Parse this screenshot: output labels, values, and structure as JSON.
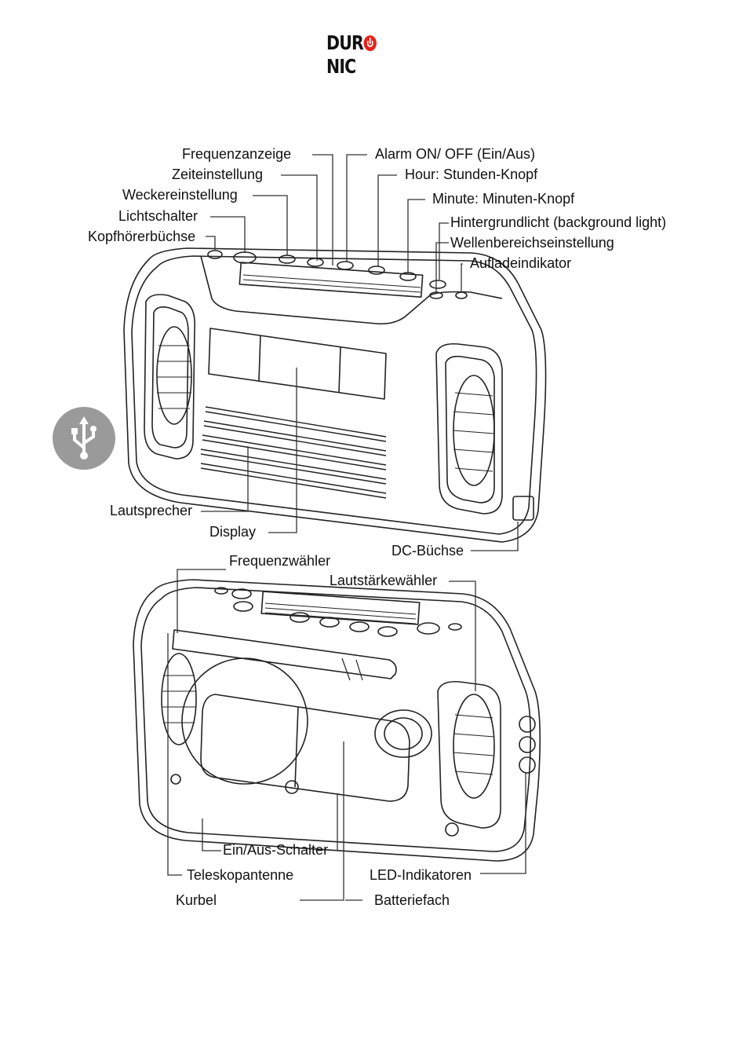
{
  "logo": {
    "part1": "DUR",
    "part2": "NIC"
  },
  "labels_top": {
    "frequenzanzeige": "Frequenzanzeige",
    "zeiteinstellung": "Zeiteinstellung",
    "weckereinstellung": "Weckereinstellung",
    "lichtschalter": "Lichtschalter",
    "kopfhoererbuchse": "Kopfhörerbüchse",
    "alarm": "Alarm ON/ OFF (Ein/Aus)",
    "hour": "Hour: Stunden-Knopf",
    "minute": "Minute: Minuten-Knopf",
    "hintergrundlicht": "Hintergrundlicht (background light)",
    "wellenbereich": "Wellenbereichseinstellung",
    "aufladeindikator": "Aufladeindikator",
    "lautsprecher": "Lautsprecher",
    "display": "Display",
    "dc_buchse": "DC-Büchse"
  },
  "labels_bottom": {
    "frequenzwaehler": "Frequenzwähler",
    "lautstaerkewaehler": "Lautstärkewähler",
    "ein_aus": "Ein/Aus-Schalter",
    "teleskopantenne": "Teleskopantenne",
    "led": "LED-Indikatoren",
    "kurbel": "Kurbel",
    "batteriefach": "Batteriefach"
  },
  "icons": {
    "usb": "usb-icon",
    "power": "power-icon"
  },
  "colors": {
    "logo_red": "#e2231a",
    "usb_grey": "#9a9a9a",
    "line": "#333333"
  }
}
